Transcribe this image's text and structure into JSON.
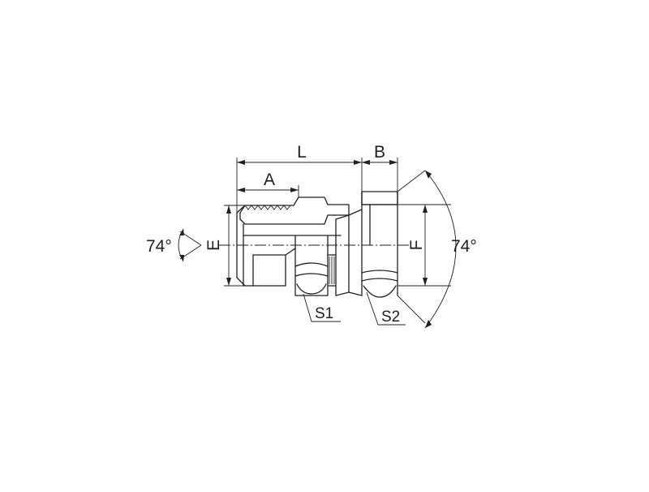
{
  "diagram": {
    "labels": {
      "L": "L",
      "A": "A",
      "B": "B",
      "E": "E",
      "F": "F",
      "S1": "S1",
      "S2": "S2",
      "angle_left": "74°",
      "angle_right": "74°"
    },
    "colors": {
      "line": "#231f20",
      "background": "#ffffff"
    }
  }
}
